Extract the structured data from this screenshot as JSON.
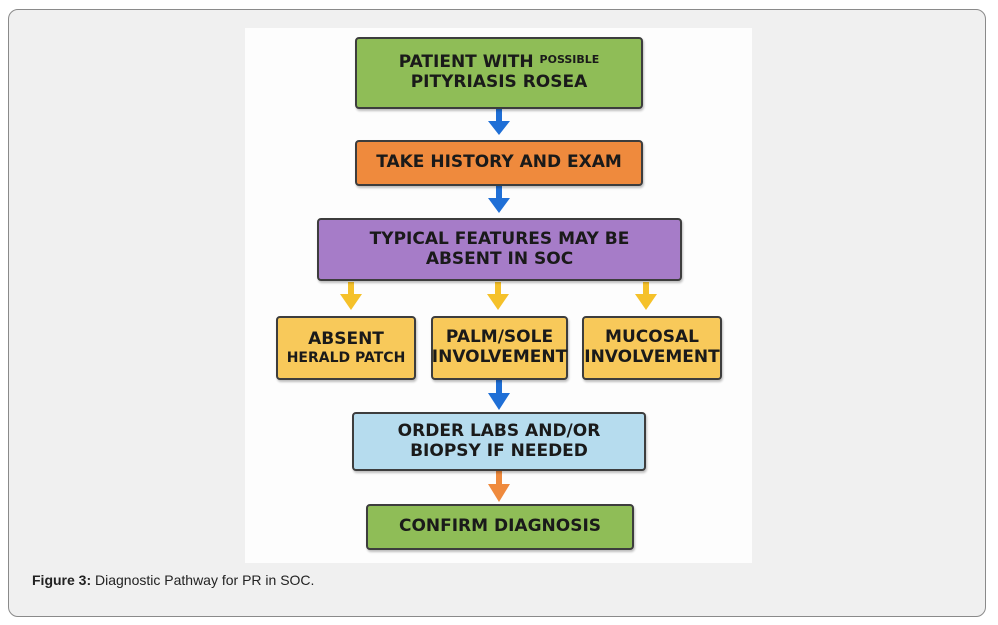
{
  "diagram": {
    "start": {
      "line1": "PATIENT WITH",
      "line1_small": "POSSIBLE",
      "line2": "PITYRIASIS ROSEA"
    },
    "step2": "TAKE HISTORY AND EXAM",
    "step3": {
      "line1": "TYPICAL FEATURES MAY BE",
      "line2": "ABSENT IN SOC"
    },
    "features": [
      {
        "line1": "ABSENT",
        "line2": "HERALD PATCH"
      },
      {
        "line1": "PALM/SOLE",
        "line2": "INVOLVEMENT"
      },
      {
        "line1": "MUCOSAL",
        "line2": "INVOLVEMENT"
      }
    ],
    "step5": {
      "line1": "ORDER LABS AND/OR",
      "line2": "BIOPSY IF NEEDED"
    },
    "step6": "CONFIRM DIAGNOSIS",
    "colors": {
      "green": "#8fbd57",
      "orange": "#ef8a3d",
      "purple": "#a67cc8",
      "yellow": "#f8c95a",
      "blue": "#b6dcee",
      "arrow_blue": "#1f6fd6",
      "arrow_yellow": "#f5c12a",
      "arrow_orange": "#ef8a3d"
    }
  },
  "caption": {
    "label": "Figure 3:",
    "text": " Diagnostic Pathway for PR in SOC."
  }
}
